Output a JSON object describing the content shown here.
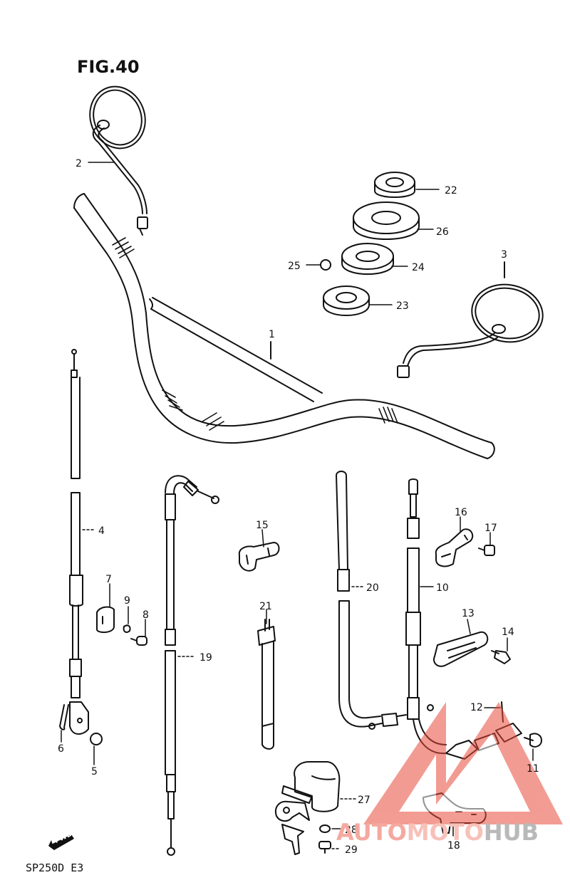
{
  "figure": {
    "title": "FIG.40",
    "footer_code": "SP250D E3",
    "fwd_label": "FWD"
  },
  "watermark": {
    "part1": "AUTO",
    "part2": "MOTO",
    "part3": "HUB",
    "color_red": "#e84a3a",
    "color_grey": "#9a9a9a"
  },
  "callouts": [
    {
      "id": "1",
      "label": "1"
    },
    {
      "id": "2",
      "label": "2"
    },
    {
      "id": "3",
      "label": "3"
    },
    {
      "id": "4",
      "label": "4"
    },
    {
      "id": "5",
      "label": "5"
    },
    {
      "id": "6",
      "label": "6"
    },
    {
      "id": "7",
      "label": "7"
    },
    {
      "id": "8",
      "label": "8"
    },
    {
      "id": "9",
      "label": "9"
    },
    {
      "id": "10",
      "label": "10"
    },
    {
      "id": "11",
      "label": "11"
    },
    {
      "id": "12",
      "label": "12"
    },
    {
      "id": "13",
      "label": "13"
    },
    {
      "id": "14",
      "label": "14"
    },
    {
      "id": "15",
      "label": "15"
    },
    {
      "id": "16",
      "label": "16"
    },
    {
      "id": "17",
      "label": "17"
    },
    {
      "id": "18",
      "label": "18"
    },
    {
      "id": "19",
      "label": "19"
    },
    {
      "id": "20",
      "label": "20"
    },
    {
      "id": "21",
      "label": "21"
    },
    {
      "id": "22",
      "label": "22"
    },
    {
      "id": "23",
      "label": "23"
    },
    {
      "id": "24",
      "label": "24"
    },
    {
      "id": "25",
      "label": "25"
    },
    {
      "id": "26",
      "label": "26"
    },
    {
      "id": "27",
      "label": "27"
    },
    {
      "id": "28",
      "label": "28"
    },
    {
      "id": "29",
      "label": "29"
    }
  ]
}
